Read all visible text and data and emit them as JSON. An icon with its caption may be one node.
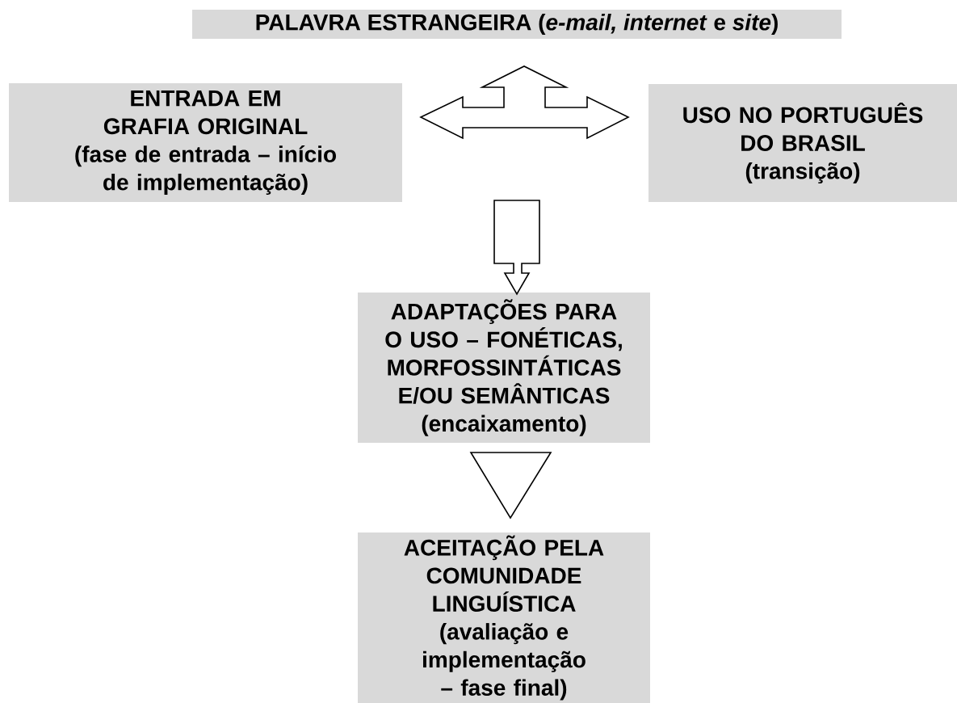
{
  "diagram": {
    "nodes": [
      {
        "text": [
          "PALAVRA ESTRANGEIRA (*e-mail, internet* e *site*)"
        ]
      },
      {
        "text": [
          "ENTRADA EM GRAFIA ORIGINAL",
          "(fase de entrada – início de implementação)"
        ]
      },
      {
        "text": [
          "USO NO PORTUGUÊS DO BRASIL",
          "(transição)"
        ]
      },
      {
        "text": [
          "ADAPTAÇÕES PARA O USO – FONÉTICAS, MORFOSSINTÁTICAS E/OU SEMÂNTICAS",
          "(encaixamento)"
        ]
      },
      {
        "text": [
          "ACEITAÇÃO PELA COMUNIDADE LINGUÍSTICA",
          "(avaliação e implementação – fase final)"
        ]
      }
    ],
    "edges": [
      {
        "from": 1,
        "to": 2,
        "arrow": "both"
      },
      {
        "from": null,
        "to": 0,
        "arrow": "to"
      },
      {
        "from": null,
        "to": 3,
        "arrow": "to"
      },
      {
        "from": 3,
        "to": 4,
        "arrow": "to"
      }
    ]
  }
}
